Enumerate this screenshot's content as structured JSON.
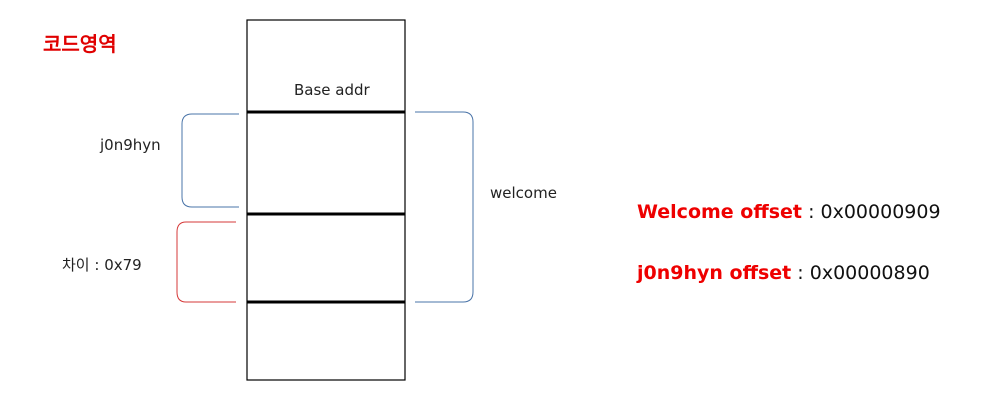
{
  "title": "코드영역",
  "memory": {
    "base_label": "Base addr",
    "j0n9hyn_label": "j0n9hyn",
    "diff_label": "차이 : 0x79",
    "welcome_label": "welcome"
  },
  "offsets": [
    {
      "name": "Welcome offset",
      "sep": " : ",
      "value": "0x00000909"
    },
    {
      "name": "j0n9hyn offset",
      "sep": " : ",
      "value": "0x00000890"
    }
  ],
  "colors": {
    "title": "#e00000",
    "blue_brace": "#4a74a8",
    "red_brace": "#d63a3a",
    "highlight": "#ee0000"
  }
}
